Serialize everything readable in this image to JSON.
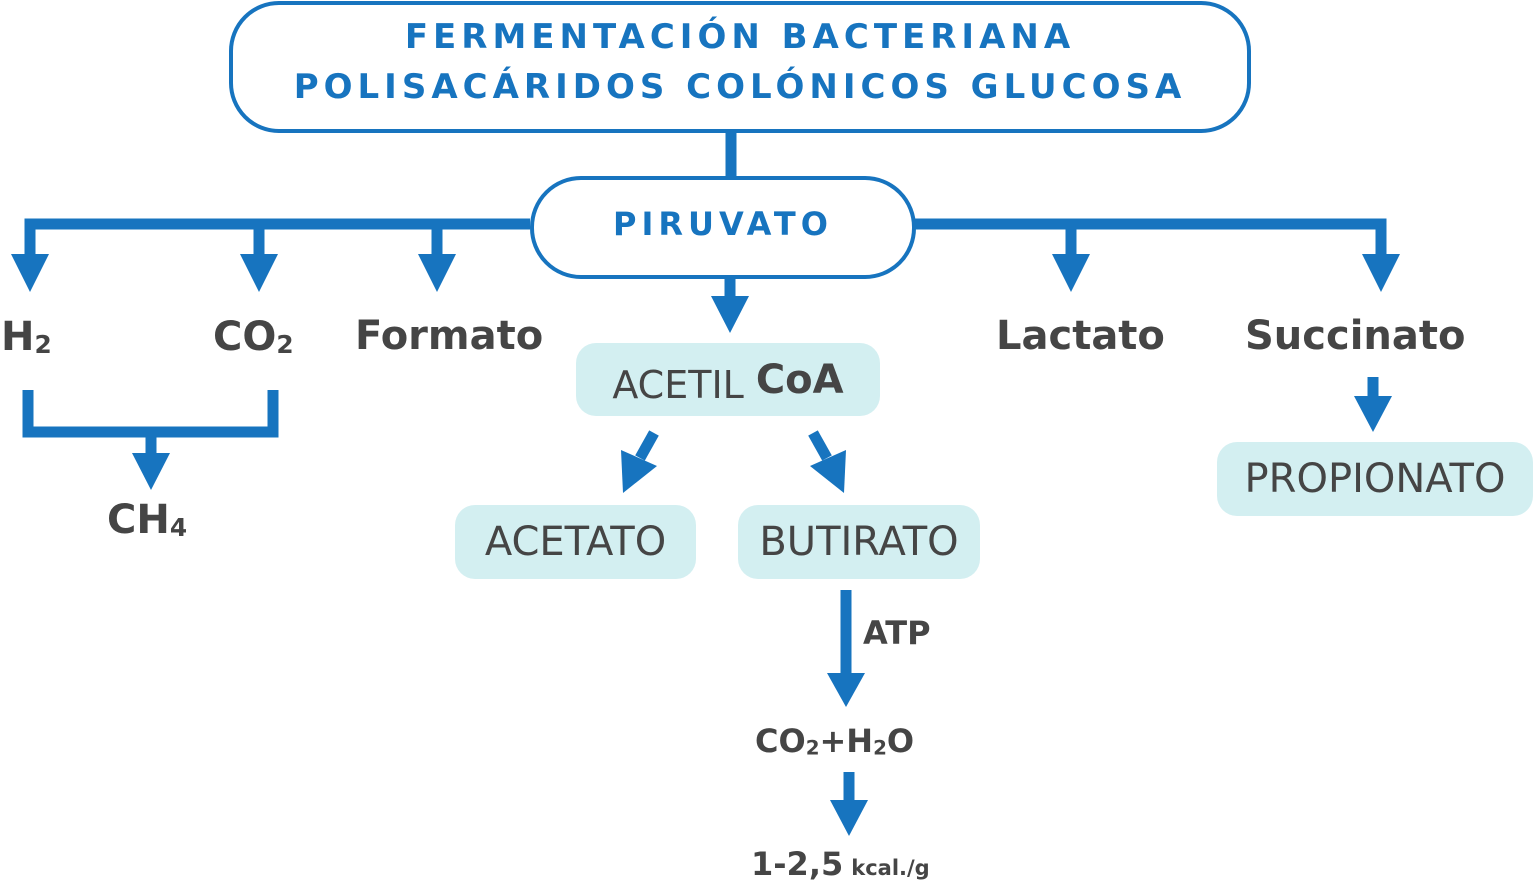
{
  "colors": {
    "accent": "#1774bf",
    "text": "#454545",
    "pill": "#d3eff1"
  },
  "title": {
    "line1": "FERMENTACIÓN BACTERIANA",
    "line2": "POLISACÁRIDOS COLÓNICOS GLUCOSA"
  },
  "center": {
    "label": "PIRUVATO"
  },
  "products": {
    "h2": {
      "base": "H",
      "sub": "2"
    },
    "co2": {
      "base": "CO",
      "sub": "2"
    },
    "formato": "Formato",
    "lactato": "Lactato",
    "succinato": "Succinato",
    "ch4": {
      "base": "CH",
      "sub": "4"
    }
  },
  "acetil_coa": {
    "prefix": "ACETIL",
    "suffix": "CoA"
  },
  "derivatives": {
    "acetato": "ACETATO",
    "butirato": "BUTIRATO",
    "propionato": "PROPIONATO"
  },
  "energy": {
    "atp": "ATP",
    "co2_h2o": {
      "co": "CO",
      "sub1": "2",
      "plus": "+H",
      "sub2": "2",
      "o": "O"
    },
    "yield_value": "1-2,5",
    "yield_unit": "kcal./g"
  }
}
